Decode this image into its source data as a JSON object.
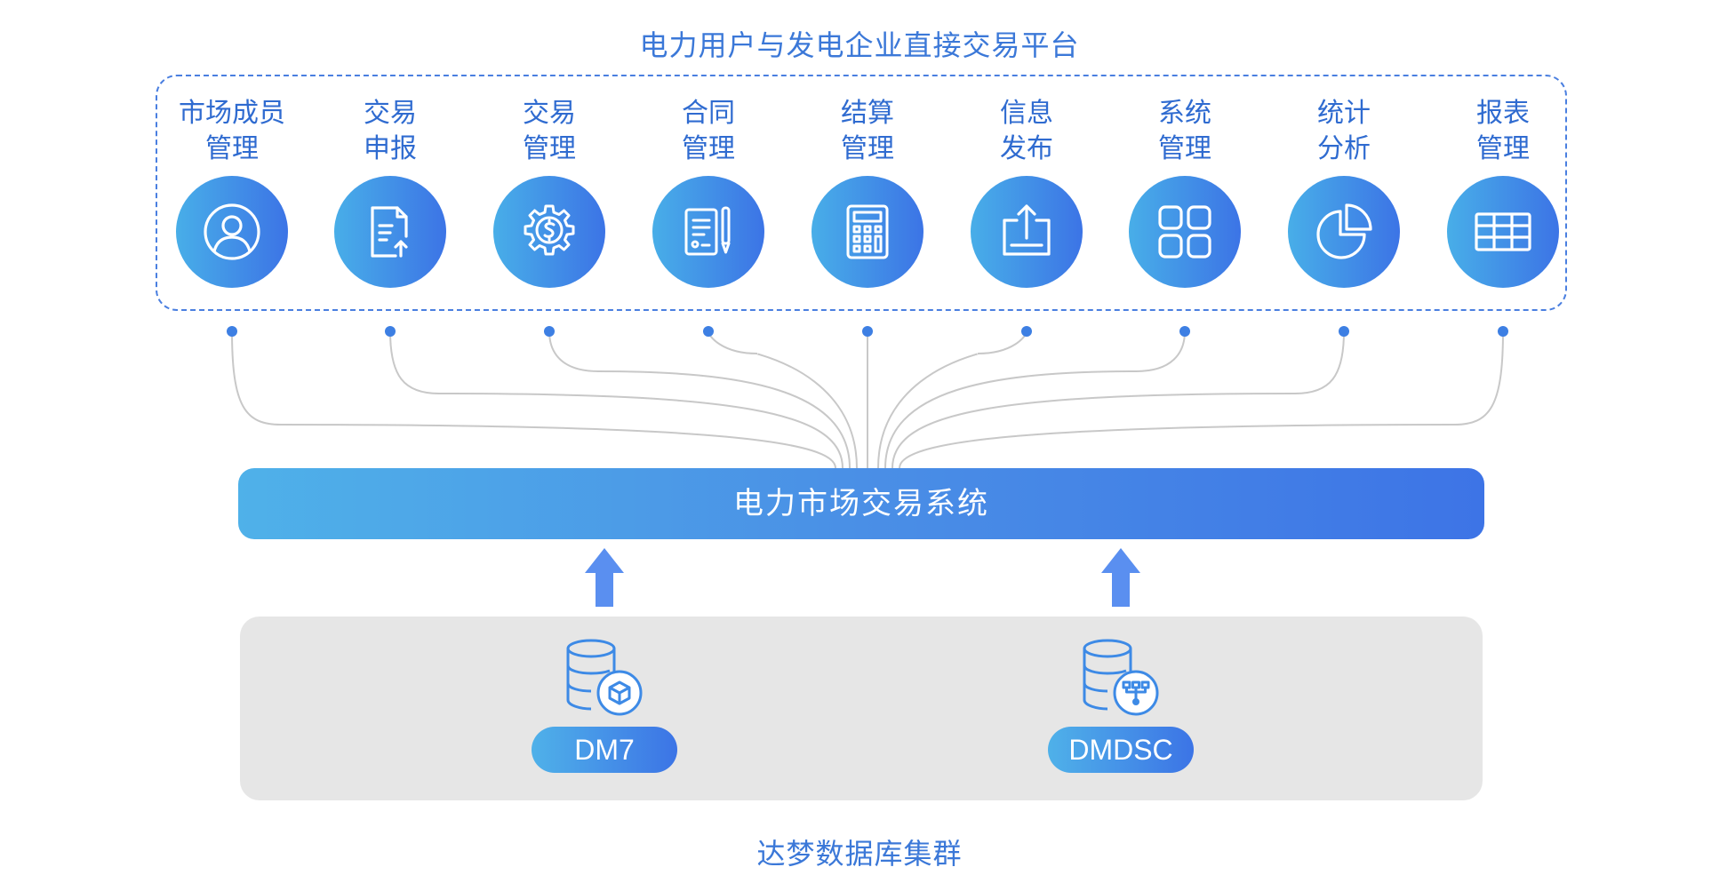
{
  "platform": {
    "title": "电力用户与发电企业直接交易平台",
    "modules": [
      {
        "label": "市场成员\n管理",
        "icon": "user-icon"
      },
      {
        "label": "交易\n申报",
        "icon": "document-upload-icon"
      },
      {
        "label": "交易\n管理",
        "icon": "gear-dollar-icon"
      },
      {
        "label": "合同\n管理",
        "icon": "contract-pen-icon"
      },
      {
        "label": "结算\n管理",
        "icon": "calculator-icon"
      },
      {
        "label": "信息\n发布",
        "icon": "upload-tray-icon"
      },
      {
        "label": "系统\n管理",
        "icon": "grid-four-icon"
      },
      {
        "label": "统计\n分析",
        "icon": "pie-chart-icon"
      },
      {
        "label": "报表\n管理",
        "icon": "table-icon"
      }
    ]
  },
  "system": {
    "label": "电力市场交易系统"
  },
  "cluster": {
    "title": "达梦数据库集群",
    "nodes": [
      {
        "label": "DM7",
        "icon": "database-cube-icon"
      },
      {
        "label": "DMDSC",
        "icon": "database-network-icon"
      }
    ]
  },
  "colors": {
    "accent_blue": "#3b78d8",
    "gradient_start": "#4fb1e9",
    "gradient_end": "#3c74e6",
    "connector_gray": "#c8c8c8",
    "dot_blue": "#3d7fe3",
    "cluster_bg": "#e6e6e6"
  }
}
